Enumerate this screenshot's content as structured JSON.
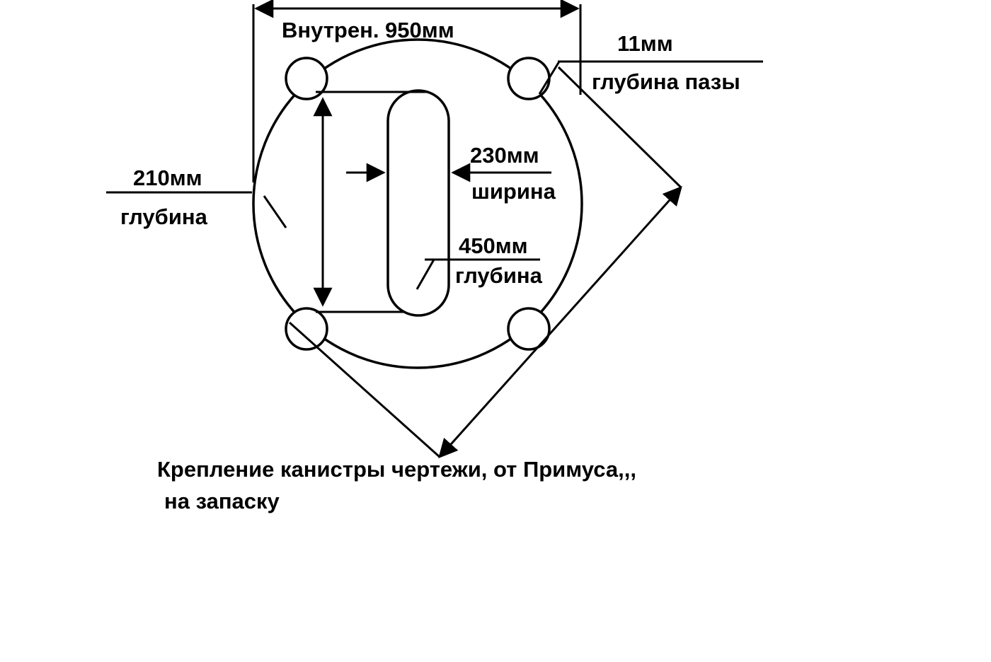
{
  "drawing": {
    "background": "#ffffff",
    "line_color": "#000000",
    "dimensions": {
      "inner_diameter": {
        "label": "Внутрен. 950мм",
        "value_mm": 950
      },
      "groove_depth": {
        "value_label": "11мм",
        "desc_label": "глубина пазы",
        "value_mm": 11
      },
      "left_depth": {
        "value_label": "210мм",
        "desc_label": "глубина",
        "value_mm": 210
      },
      "slot_width": {
        "value_label": "230мм",
        "desc_label": "ширина",
        "value_mm": 230
      },
      "slot_depth": {
        "value_label": "450мм",
        "desc_label": "глубина",
        "value_mm": 450
      }
    },
    "caption": {
      "line1": "Крепление канистры чертежи, от Примуса,,,",
      "line2": "на запаску"
    }
  }
}
